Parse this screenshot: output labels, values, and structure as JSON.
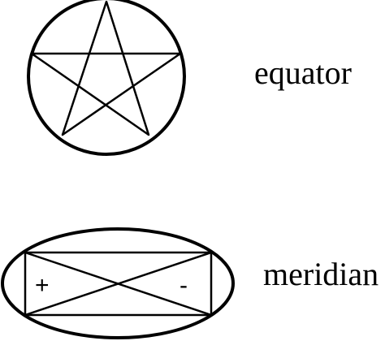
{
  "diagram": {
    "colors": {
      "line": "#000000",
      "background": "#ffffff"
    },
    "equator": {
      "label": "equator",
      "shape": "pentagram inscribed in circle"
    },
    "meridian": {
      "label": "meridian",
      "shape": "rectangle with crossed diagonals inscribed in ellipse",
      "left_sign": "+",
      "right_sign": "-"
    }
  }
}
